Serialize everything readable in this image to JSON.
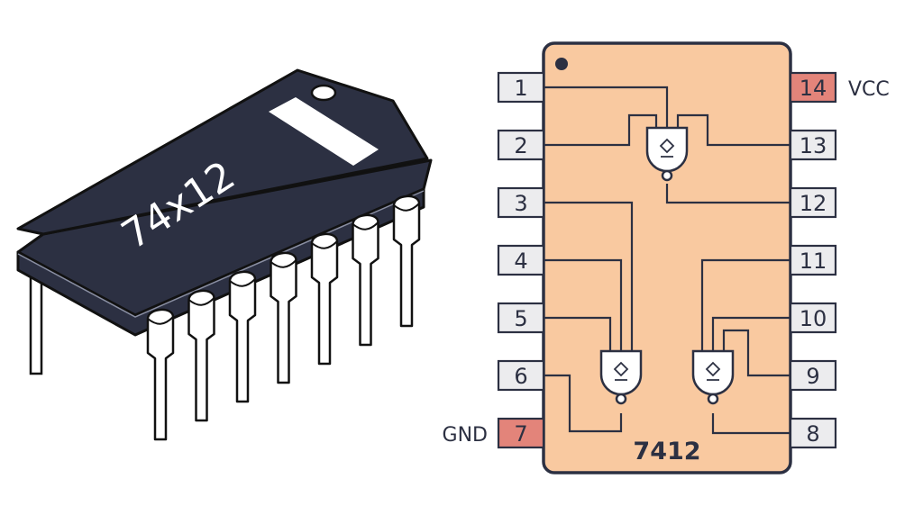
{
  "chip_package": {
    "marking": "74x12",
    "body_color": "#2c3042",
    "pin_color": "#ffffff"
  },
  "pinout": {
    "part_number": "7412",
    "body_color": "#f9c9a0",
    "pin_box_color": "#ececee",
    "power_pin_color": "#e3847a",
    "left_pins": [
      {
        "num": "1"
      },
      {
        "num": "2"
      },
      {
        "num": "3"
      },
      {
        "num": "4"
      },
      {
        "num": "5"
      },
      {
        "num": "6"
      },
      {
        "num": "7",
        "label": "GND",
        "power": true
      }
    ],
    "right_pins": [
      {
        "num": "14",
        "label": "VCC",
        "power": true
      },
      {
        "num": "13"
      },
      {
        "num": "12"
      },
      {
        "num": "11"
      },
      {
        "num": "10"
      },
      {
        "num": "9"
      },
      {
        "num": "8"
      }
    ],
    "gates": [
      {
        "type": "NAND",
        "symbol": "open-collector-icon"
      },
      {
        "type": "NAND",
        "symbol": "open-collector-icon"
      },
      {
        "type": "NAND",
        "symbol": "open-collector-icon"
      }
    ]
  }
}
